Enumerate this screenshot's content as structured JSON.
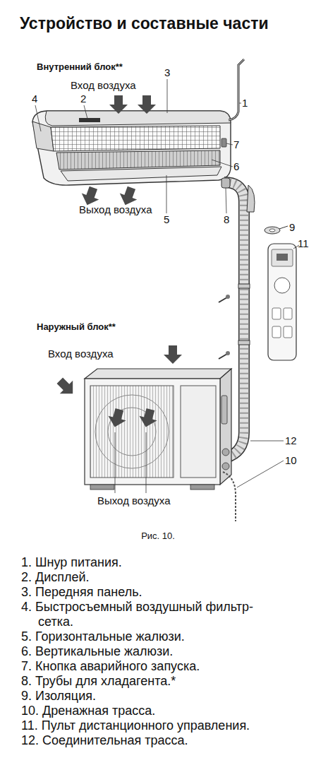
{
  "diagram": {
    "title": "Устройство и составные части",
    "caption": "Рис. 10.",
    "labels": [
      "Внутренний блок**",
      "Вход воздуха",
      "3",
      "1",
      "4",
      "2",
      "7",
      "6",
      "Выход воздуха",
      "5",
      "8",
      "9",
      "11",
      "Наружный блок**",
      "Вход воздуха",
      "12",
      "10",
      "Выход воздуха",
      "1. Шнур питания.",
      "2. Дисплей.",
      "3. Передняя панель.",
      "4. Быстросъемный воздушный фильтр-сетка.",
      "5. Горизонтальные жалюзи.",
      "6. Вертикальные жалюзи.",
      "7. Кнопка аварийного запуска.",
      "8. Трубы для хладагента.*",
      "9. Изоляция.",
      "10. Дренажная трасса.",
      "11. Пульт дистанционного управления.",
      "12. Соединительная трасса."
    ]
  }
}
